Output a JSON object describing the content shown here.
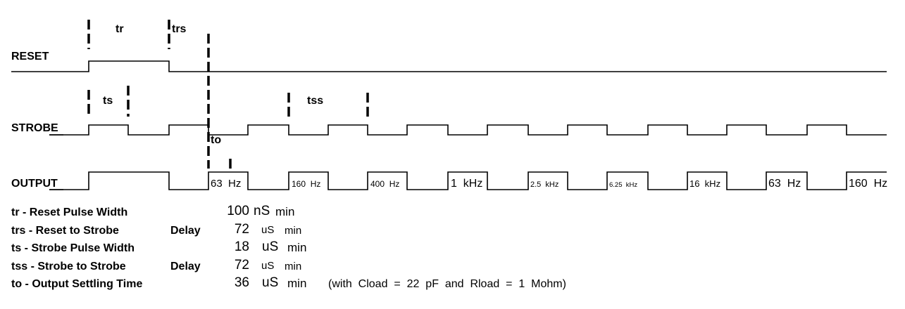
{
  "signals": {
    "reset_label": "RESET",
    "strobe_label": "STROBE",
    "output_label": "OUTPUT"
  },
  "timing_labels": {
    "tr": "tr",
    "trs": "trs",
    "ts": "ts",
    "tss": "tss",
    "to": "to"
  },
  "frequencies": [
    "63  Hz",
    "160  Hz",
    "400  Hz",
    "1  kHz",
    "2.5  kHz",
    "6.25  kHz",
    "16  kHz",
    "63  Hz",
    "160  Hz"
  ],
  "legend": [
    {
      "name": "tr - Reset Pulse Width",
      "delay": "",
      "value": "100",
      "unit": "nS",
      "min": "min"
    },
    {
      "name": "trs - Reset to Strobe",
      "delay": "Delay",
      "value": "72",
      "unit": "uS",
      "min": "min"
    },
    {
      "name": "ts - Strobe Pulse Width",
      "delay": "",
      "value": "18",
      "unit": "uS",
      "min": "min"
    },
    {
      "name": "tss - Strobe to Strobe",
      "delay": "Delay",
      "value": "72",
      "unit": "uS",
      "min": "min"
    },
    {
      "name": "to - Output Settling Time",
      "delay": "",
      "value": "36",
      "unit": "uS",
      "min": "min"
    }
  ],
  "note": "(with  Cload  =  22  pF  and  Rload  =  1  Mohm)"
}
